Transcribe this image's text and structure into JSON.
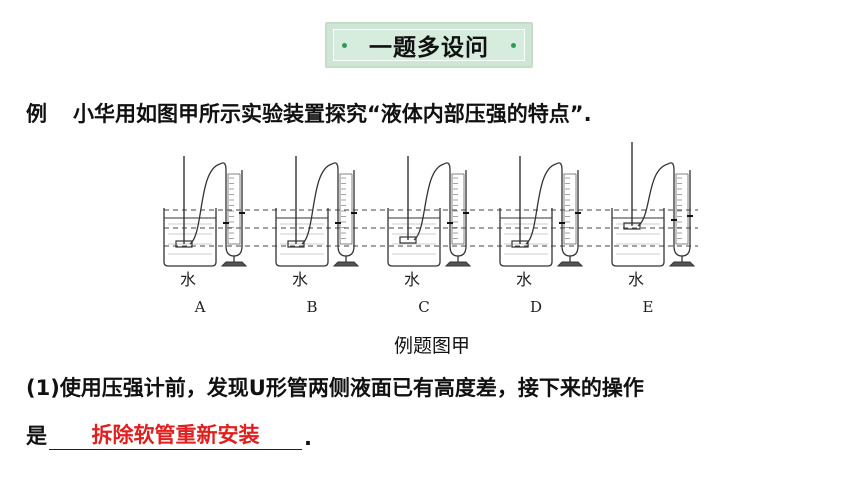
{
  "header": {
    "title": "一题多设问"
  },
  "example": {
    "tag": "例",
    "text": "小华用如图甲所示实验装置探究“液体内部压强的特点”."
  },
  "figure": {
    "water_label": "水",
    "panels": [
      "A",
      "B",
      "C",
      "D",
      "E"
    ],
    "caption": "例题图甲"
  },
  "question": {
    "number": "(1)",
    "text": "使用压强计前，发现U形管两侧液面已有高度差，接下来的操作",
    "prefix": "是",
    "answer": "拆除软管重新安装",
    "suffix": "."
  }
}
